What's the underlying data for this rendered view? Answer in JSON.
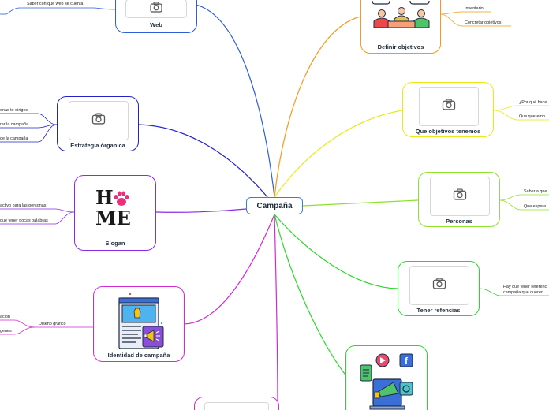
{
  "center": "Campaña",
  "nodes": {
    "web": {
      "title": "Web",
      "children": [
        "Saber con que web se cuenta"
      ]
    },
    "estrategia": {
      "title": "Estrategia órganica",
      "children": [
        "onas te diriges",
        "rar la campaña",
        "de la campaña"
      ]
    },
    "slogan": {
      "title": "Slogan",
      "logo_text": [
        "H",
        "ME"
      ],
      "children": [
        "activo para las personas",
        "que tener pocas palabras"
      ]
    },
    "identidad": {
      "title": "Identidad de campaña",
      "children": [
        "Diseño gráfico"
      ],
      "grandchildren": [
        "ación",
        "genes"
      ]
    },
    "definir": {
      "title": "Definir objetivos",
      "children": [
        "Inventario",
        "Concretar objetivos"
      ]
    },
    "que_objetivos": {
      "title": "Que objetivos tenemos",
      "children": [
        "¿Por qué hace",
        "Que queremo"
      ]
    },
    "personas": {
      "title": "Personas",
      "children": [
        "Saber a que",
        "Que espera"
      ]
    },
    "referencias": {
      "title": "Tener refencias",
      "children": [
        "Hay que tener referenc",
        "campaña que queren"
      ]
    }
  },
  "colors": {
    "blue": "#2f5fd8",
    "navy": "#2222c8",
    "purple": "#8a2be2",
    "magenta": "#d12ad1",
    "orange": "#f39a1a",
    "yellow": "#e8e81a",
    "lime": "#8ee02a",
    "green": "#2ad62a"
  }
}
